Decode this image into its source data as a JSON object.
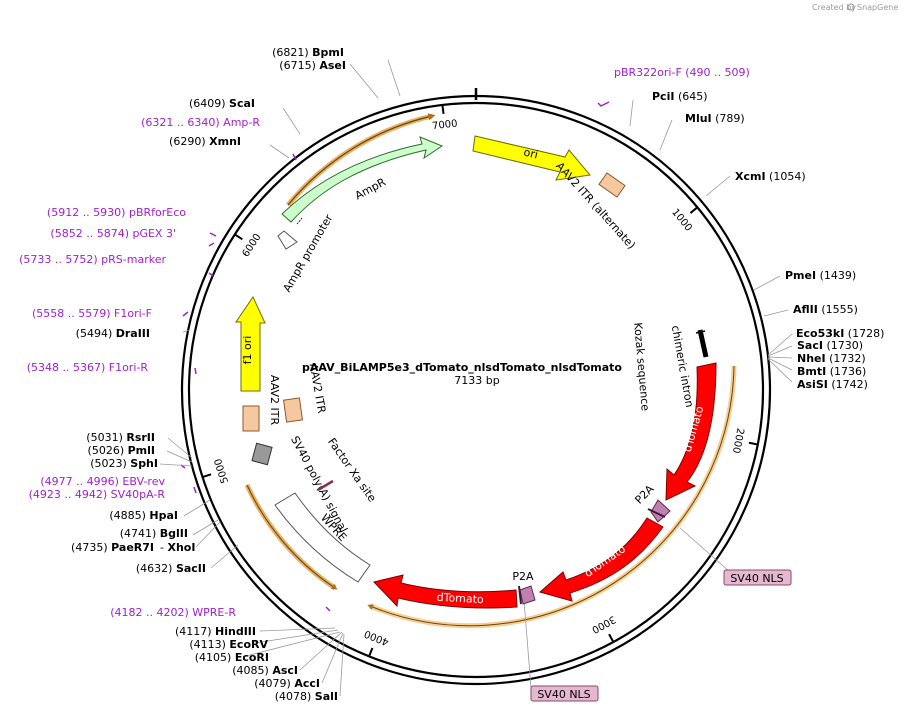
{
  "app": {
    "credit_prefix": "Created by",
    "credit_brand": "SnapGene"
  },
  "plasmid": {
    "name": "pAAV_BiLAMP5e3_dTomato_nlsdTomato_nlsdTomato",
    "size_label": "7133 bp",
    "length": 7133
  },
  "ticks": [
    "1000",
    "2000",
    "3000",
    "4000",
    "5000",
    "6000",
    "7000"
  ],
  "enzymes": [
    {
      "pos": "(6821)",
      "name": "BpmI"
    },
    {
      "pos": "(6715)",
      "name": "AseI"
    },
    {
      "pos": "(6409)",
      "name": "ScaI"
    },
    {
      "pos": "(6290)",
      "name": "XmnI"
    },
    {
      "pos": "(5494)",
      "name": "DraIII"
    },
    {
      "pos": "(5031)",
      "name": "RsrII"
    },
    {
      "pos": "(5026)",
      "name": "PmlI"
    },
    {
      "pos": "(5023)",
      "name": "SphI"
    },
    {
      "pos": "(4885)",
      "name": "HpaI"
    },
    {
      "pos": "(4741)",
      "name": "BglII"
    },
    {
      "pos": "(4735)",
      "name": "PaeR7I"
    },
    {
      "pos": "(4632)",
      "name": "SacII"
    },
    {
      "pos": "(4117)",
      "name": "HindIII"
    },
    {
      "pos": "(4113)",
      "name": "EcoRV"
    },
    {
      "pos": "(4105)",
      "name": "EcoRI"
    },
    {
      "pos": "(4085)",
      "name": "AscI"
    },
    {
      "pos": "(4079)",
      "name": "AccI"
    },
    {
      "pos": "(4078)",
      "name": "SalI"
    },
    {
      "pos": "(645)",
      "name": "PciI"
    },
    {
      "pos": "(789)",
      "name": "MluI"
    },
    {
      "pos": "(1054)",
      "name": "XcmI"
    },
    {
      "pos": "(1439)",
      "name": "PmeI"
    },
    {
      "pos": "(1555)",
      "name": "AflII"
    },
    {
      "pos": "(1728)",
      "name": "Eco53kI"
    },
    {
      "pos": "(1730)",
      "name": "SacI"
    },
    {
      "pos": "(1732)",
      "name": "NheI"
    },
    {
      "pos": "(1736)",
      "name": "BmtI"
    },
    {
      "pos": "(1742)",
      "name": "AsiSI"
    }
  ],
  "xhoi": "- XhoI",
  "primers": [
    {
      "range": "(490 .. 509)",
      "name": "pBR322ori-F"
    },
    {
      "range": "(6321 .. 6340)",
      "name": "Amp-R"
    },
    {
      "range": "(5912 .. 5930)",
      "name": "pBRforEco"
    },
    {
      "range": "(5852 .. 5874)",
      "name": "pGEX 3'"
    },
    {
      "range": "(5733 .. 5752)",
      "name": "pRS-marker"
    },
    {
      "range": "(5558 .. 5579)",
      "name": "F1ori-F"
    },
    {
      "range": "(5348 .. 5367)",
      "name": "F1ori-R"
    },
    {
      "range": "(4977 .. 4996)",
      "name": "EBV-rev"
    },
    {
      "range": "(4923 .. 4942)",
      "name": "SV40pA-R"
    },
    {
      "range": "(4182 .. 4202)",
      "name": "WPRE-R"
    }
  ],
  "features": {
    "ori": "ori",
    "aav2_itr_alt": "AAV2 ITR (alternate)",
    "ampr": "AmpR",
    "ampr_promoter": "AmpR promoter",
    "f1_ori": "f1 ori",
    "aav2_itr_left": "AAV2 ITR",
    "aav2_itr_right": "AAV2 ITR",
    "sv40_polya": "SV40 poly(A) signal",
    "factor_xa": "Factor Xa site",
    "wpre": "WPRE",
    "chimeric_intron": "chimeric intron",
    "kozak": "Kozak sequence",
    "dtomato1": "dTomato",
    "dtomato2": "dTomato",
    "dtomato3": "dTomato",
    "p2a1": "P2A",
    "p2a2": "P2A",
    "sv40_nls1": "SV40 NLS",
    "sv40_nls2": "SV40 NLS"
  },
  "colors": {
    "ori": "#ffff00",
    "ampr": "#ccffcc",
    "itr": "#f5c8a0",
    "dtomato": "#ff0000",
    "p2a": "#c080b0",
    "sv40pa": "#999999",
    "nls_box": "#e3b8d0",
    "primer": "#a020d0",
    "orf": "#d8902c"
  }
}
